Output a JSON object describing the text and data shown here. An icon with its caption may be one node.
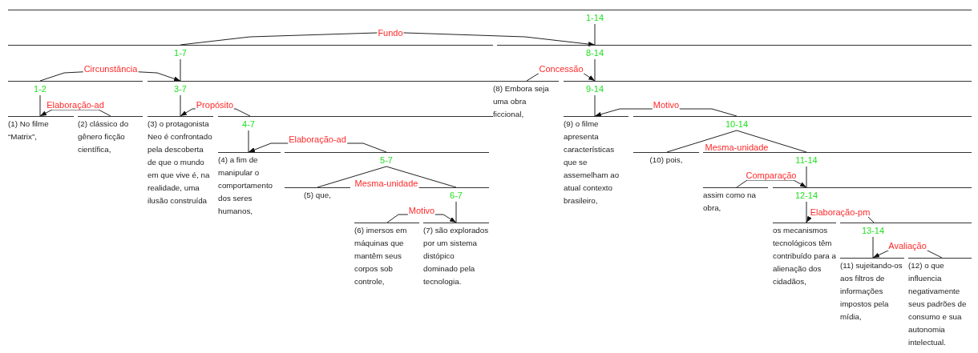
{
  "diagram": {
    "nodes": [
      {
        "text": [
          "1-14"
        ]
      },
      {
        "text": [
          "1-7"
        ]
      },
      {
        "text": [
          "8-14"
        ]
      },
      {
        "text": [
          "1-2"
        ]
      },
      {
        "text": [
          "3-7"
        ]
      },
      {
        "text": [
          "(8) Embora seja uma obra ficcional,"
        ]
      },
      {
        "text": [
          "9-14"
        ]
      },
      {
        "text": [
          "(1) No filme “Matrix”,"
        ]
      },
      {
        "text": [
          "(2) clássico do gênero ficção científica,"
        ]
      },
      {
        "text": [
          "(3) o protagonista Neo é confrontado pela descoberta de que o mundo em que vive é, na realidade, uma ilusão construída"
        ]
      },
      {
        "text": [
          "4-7"
        ]
      },
      {
        "text": [
          "(9) o filme apresenta características que se assemelham ao atual contexto brasileiro,"
        ]
      },
      {
        "text": [
          "10-14"
        ]
      },
      {
        "text": [
          "(4) a fim de manipular o comportamento dos seres humanos,"
        ]
      },
      {
        "text": [
          "5-7"
        ]
      },
      {
        "text": [
          "(10) pois,"
        ]
      },
      {
        "text": [
          "11-14"
        ]
      },
      {
        "text": [
          "(5) que,"
        ]
      },
      {
        "text": [
          "6-7"
        ]
      },
      {
        "text": [
          "assim como na obra,"
        ]
      },
      {
        "text": [
          "12-14"
        ]
      },
      {
        "text": [
          "(6) imersos em máquinas que mantêm seus corpos sob controle,"
        ]
      },
      {
        "text": [
          "(7) são explorados por um sistema distópico dominado pela tecnologia."
        ]
      },
      {
        "text": [
          "os mecanismos tecnológicos têm contribuído para a alienação dos cidadãos,"
        ]
      },
      {
        "text": [
          "13-14"
        ]
      },
      {
        "text": [
          "(11) sujeitando-os aos filtros de informações impostos pela mídia,"
        ]
      },
      {
        "text": [
          "(12) o que influencia negativamente seus padrões de consumo e sua autonomia intelectual."
        ]
      }
    ],
    "edges": [
      {
        "from": 1,
        "to": 2,
        "arrow": "to",
        "label": "Fundo"
      },
      {
        "from": 0,
        "to": 2,
        "arrow": "none"
      },
      {
        "from": 3,
        "to": 4,
        "arrow": "to",
        "label": "Circunstância"
      },
      {
        "from": 1,
        "to": 4,
        "arrow": "none"
      },
      {
        "from": 5,
        "to": 6,
        "arrow": "to",
        "label": "Concessão"
      },
      {
        "from": 2,
        "to": 6,
        "arrow": "none"
      },
      {
        "from": 8,
        "to": 7,
        "arrow": "to",
        "label": "Elaboração-ad"
      },
      {
        "from": 3,
        "to": 7,
        "arrow": "none"
      },
      {
        "from": 10,
        "to": 9,
        "arrow": "to",
        "label": "Propósito"
      },
      {
        "from": 4,
        "to": 9,
        "arrow": "none"
      },
      {
        "from": 12,
        "to": 11,
        "arrow": "to",
        "label": "Motivo"
      },
      {
        "from": 6,
        "to": 11,
        "arrow": "none"
      },
      {
        "from": 14,
        "to": 13,
        "arrow": "to",
        "label": "Elaboração-ad"
      },
      {
        "from": 10,
        "to": 13,
        "arrow": "none"
      },
      {
        "from": 12,
        "to": 15,
        "arrow": "none",
        "label": "Mesma-unidade"
      },
      {
        "from": 12,
        "to": 16,
        "arrow": "none"
      },
      {
        "from": 19,
        "to": 20,
        "arrow": "to",
        "label": "Comparação"
      },
      {
        "from": 16,
        "to": 20,
        "arrow": "none"
      },
      {
        "from": 14,
        "to": 17,
        "arrow": "none",
        "label": "Mesma-unidade"
      },
      {
        "from": 14,
        "to": 18,
        "arrow": "none"
      },
      {
        "from": 21,
        "to": 22,
        "arrow": "to",
        "label": "Motivo"
      },
      {
        "from": 18,
        "to": 22,
        "arrow": "none"
      },
      {
        "from": 24,
        "to": 23,
        "arrow": "to",
        "label": "Elaboração-pm"
      },
      {
        "from": 20,
        "to": 23,
        "arrow": "none"
      },
      {
        "from": 26,
        "to": 25,
        "arrow": "to",
        "label": "Avaliação"
      },
      {
        "from": 24,
        "to": 25,
        "arrow": "none"
      }
    ]
  }
}
